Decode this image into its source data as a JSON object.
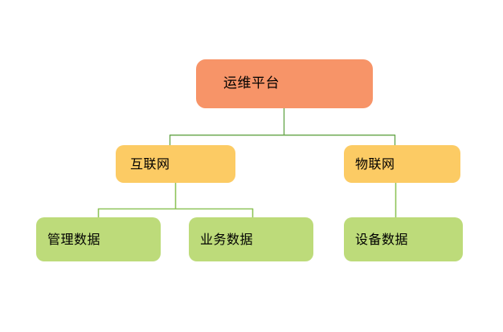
{
  "diagram": {
    "type": "tree",
    "background_color": "#ffffff",
    "colors": {
      "root_fill": "#F79468",
      "level2_fill": "#FCCB64",
      "leaf_fill": "#BDDB7A",
      "connector_upper": "#6AA84F",
      "connector_lower": "#8FC45A",
      "text": "#000000"
    },
    "nodes": {
      "root": {
        "label": "运维平台",
        "level": 1
      },
      "level2": [
        {
          "id": "internet",
          "label": "互联网",
          "level": 2
        },
        {
          "id": "iot",
          "label": "物联网",
          "level": 2
        }
      ],
      "leaves": [
        {
          "id": "management-data",
          "label": "管理数据",
          "level": 3,
          "parent": "internet"
        },
        {
          "id": "business-data",
          "label": "业务数据",
          "level": 3,
          "parent": "internet"
        },
        {
          "id": "device-data",
          "label": "设备数据",
          "level": 3,
          "parent": "iot"
        }
      ]
    }
  }
}
